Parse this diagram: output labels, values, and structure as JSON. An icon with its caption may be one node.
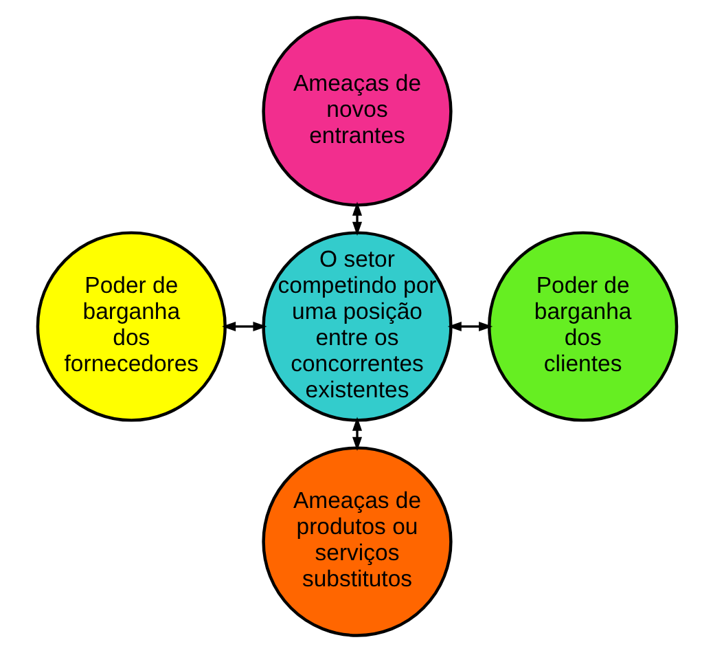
{
  "diagram": {
    "nodes": [
      {
        "text": [
          "Ameaças de novos entrantes"
        ]
      },
      {
        "text": [
          "Poder de barganha dos fornecedores"
        ]
      },
      {
        "text": [
          "O setor competindo por uma posição entre os concorrentes existentes"
        ]
      },
      {
        "text": [
          "Poder de barganha dos clientes"
        ]
      },
      {
        "text": [
          "Ameaças de produtos ou serviços substitutos"
        ]
      }
    ],
    "edges": [
      {
        "from": 0,
        "to": 2,
        "arrow": "both"
      },
      {
        "from": 1,
        "to": 2,
        "arrow": "both"
      },
      {
        "from": 2,
        "to": 3,
        "arrow": "both"
      },
      {
        "from": 2,
        "to": 4,
        "arrow": "both"
      }
    ]
  }
}
